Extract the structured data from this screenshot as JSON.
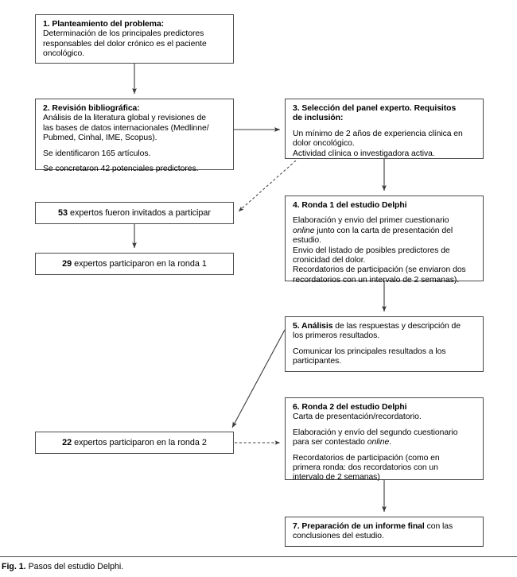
{
  "figure": {
    "label": "Fig. 1.",
    "caption": "Pasos del estudio Delphi."
  },
  "nodes": {
    "step1": {
      "title": "1.  Planteamiento del problema:",
      "body_line1": "Determinación de los principales predictores",
      "body_line2": "responsables del dolor crónico es el paciente",
      "body_line3": "oncológico."
    },
    "step2": {
      "title": "2.  Revisión bibliográfica:",
      "body_line1": "Análisis de la literatura global y revisiones de",
      "body_line2": "las bases de datos internacionales (Medlinne/",
      "body_line3": "Pubmed, Cinhal, IME, Scopus).",
      "body_line4": "Se identificaron 165 artículos.",
      "body_line5": "Se concretaron 42 potenciales predictores."
    },
    "step3": {
      "title_line1": "3.  Selección del panel experto. Requisitos",
      "title_line2": "de inclusión:",
      "body_line1": "Un mínimo de 2 años de experiencia clínica en",
      "body_line2": "dolor oncológico.",
      "body_line3": "Actividad clínica o investigadora activa."
    },
    "step4": {
      "title": "4.  Ronda 1 del estudio Delphi",
      "body_line1_pre": "Elaboración y envio del primer cuestionario",
      "body_line2_italic": "online",
      "body_line2_post": " junto con la carta de presentación del",
      "body_line3": "estudio.",
      "body_line4": "Envio del listado de posibles predictores de",
      "body_line5": "cronicidad del dolor.",
      "body_line6": "Recordatorios de participación (se enviaron dos",
      "body_line7": "recordatorios con un intervalo de 2 semanas)."
    },
    "step5": {
      "title_bold": "5.  Análisis",
      "title_rest": " de las respuestas y descripción de",
      "title_line2": "los primeros resultados.",
      "body_line1": "Comunicar los principales resultados a los",
      "body_line2": "participantes."
    },
    "step6": {
      "title": "6.  Ronda 2 del estudio Delphi",
      "body_line1": "Carta de presentación/recordatorio.",
      "body_line2": "Elaboración y envío del segundo cuestionario",
      "body_line3_pre": "para ser contestado ",
      "body_line3_italic": "online",
      "body_line3_post": ".",
      "body_line4": "Recordatorios de participación (como en",
      "body_line5": "primera ronda: dos recordatorios con un",
      "body_line6": "intervalo de 2 semanas)"
    },
    "step7": {
      "title_bold": "7.  Preparación de un informe final",
      "title_rest": " con las",
      "title_line2": "conclusiones del estudio."
    }
  },
  "counters": {
    "invited": {
      "number": "53",
      "text": "expertos fueron invitados a participar"
    },
    "round1": {
      "number": "29",
      "text": "expertos participaron en la ronda 1"
    },
    "round2": {
      "number": "22",
      "text": "expertos participaron en la ronda 2"
    }
  },
  "connectors": [
    {
      "name": "step1-to-step2",
      "style": "solid"
    },
    {
      "name": "step2-to-step3",
      "style": "solid"
    },
    {
      "name": "step3-to-invited",
      "style": "dashed"
    },
    {
      "name": "invited-to-round1",
      "style": "solid"
    },
    {
      "name": "step3-to-step4",
      "style": "solid"
    },
    {
      "name": "step4-to-step5",
      "style": "solid"
    },
    {
      "name": "step5-to-round2",
      "style": "solid"
    },
    {
      "name": "round2-to-step6",
      "style": "dashed"
    },
    {
      "name": "step6-to-step7",
      "style": "solid"
    }
  ],
  "colors": {
    "stroke": "#4a4a4a",
    "text": "#000000",
    "background": "#ffffff"
  }
}
